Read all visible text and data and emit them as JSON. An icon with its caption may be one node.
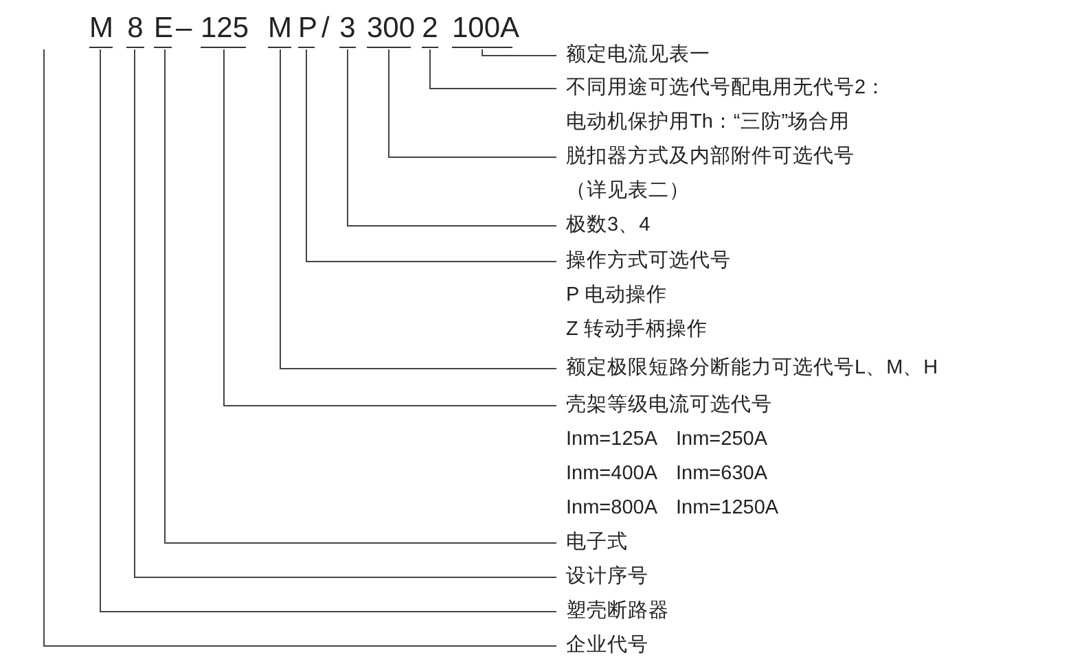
{
  "diagram": {
    "nodes": [
      {
        "text": [
          "M"
        ]
      },
      {
        "text": [
          "8"
        ]
      },
      {
        "text": [
          "E"
        ]
      },
      {
        "text": [
          "125"
        ]
      },
      {
        "text": [
          "M"
        ]
      },
      {
        "text": [
          "P"
        ]
      },
      {
        "text": [
          "3"
        ]
      },
      {
        "text": [
          "300"
        ]
      },
      {
        "text": [
          "2"
        ]
      },
      {
        "text": [
          "100A"
        ]
      },
      {
        "text": [
          "额定电流见表一"
        ]
      },
      {
        "text": [
          "不同用途可选代号配电用无代号2：",
          "电动机保护用Th：“三防”场合用"
        ]
      },
      {
        "text": [
          "脱扣器方式及内部附件可选代号（详见表二）"
        ]
      },
      {
        "text": [
          "极数3、4"
        ]
      },
      {
        "text": [
          "操作方式可选代号",
          "P 电动操作",
          "Z 转动手柄操作"
        ]
      },
      {
        "text": [
          "额定极限短路分断能力可选代号L、M、H"
        ]
      },
      {
        "text": [
          "壳架等级电流可选代号",
          "Inm=125A",
          "Inm=250A",
          "Inm=400A",
          "Inm=630A",
          "Inm=800A",
          "Inm=1250A"
        ]
      },
      {
        "text": [
          "电子式"
        ]
      },
      {
        "text": [
          "设计序号"
        ]
      },
      {
        "text": [
          "塑壳断路器"
        ]
      },
      {
        "text": [
          "企业代号"
        ]
      }
    ],
    "edges": [
      {
        "from": 10,
        "to": 9,
        "arrow": "none"
      },
      {
        "from": 11,
        "to": 8,
        "arrow": "none"
      },
      {
        "from": 12,
        "to": 7,
        "arrow": "none"
      },
      {
        "from": 13,
        "to": 6,
        "arrow": "none"
      },
      {
        "from": 14,
        "to": 5,
        "arrow": "none"
      },
      {
        "from": 15,
        "to": 4,
        "arrow": "none"
      },
      {
        "from": 16,
        "to": 3,
        "arrow": "none"
      },
      {
        "from": 17,
        "to": 2,
        "arrow": "none"
      },
      {
        "from": 18,
        "to": 1,
        "arrow": "none"
      },
      {
        "from": 19,
        "to": 0,
        "arrow": "none"
      },
      {
        "from": 20,
        "to": null,
        "arrow": "none"
      }
    ],
    "labels": [
      "–",
      "/"
    ]
  }
}
